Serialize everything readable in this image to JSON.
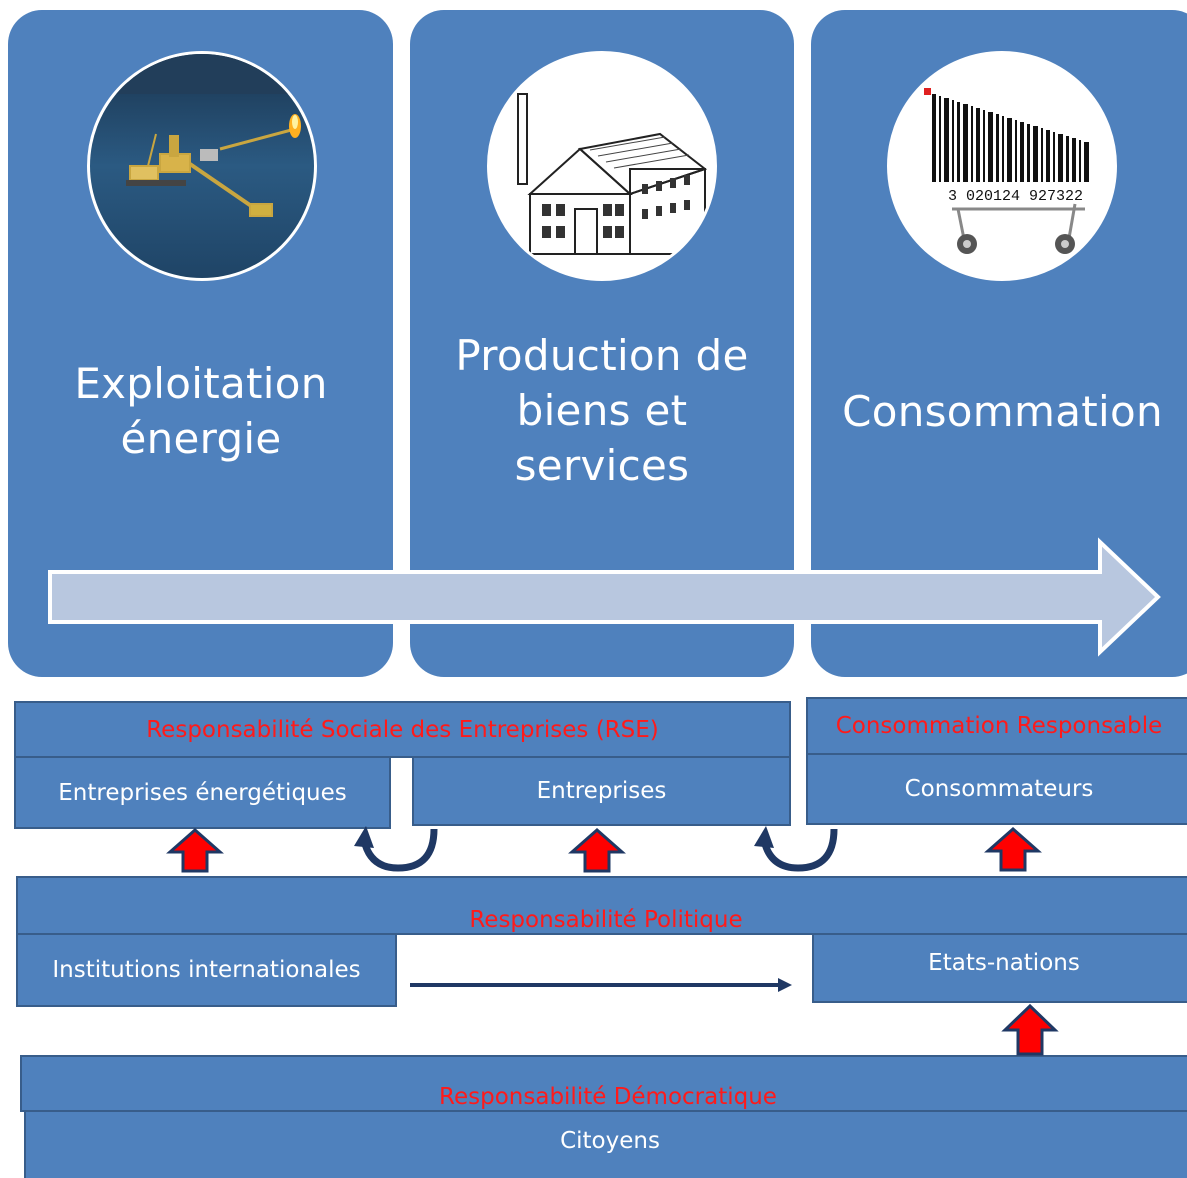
{
  "stages": [
    {
      "title": "Exploitation énergie",
      "icon": "oil-platform-icon"
    },
    {
      "title": "Production de biens et services",
      "icon": "factory-icon"
    },
    {
      "title": "Consommation",
      "icon": "barcode-cart-icon"
    }
  ],
  "barcode_digits": "3 020124 927322",
  "rse": {
    "header": "Responsabilité Sociale des Entreprises (RSE)",
    "left": "Entreprises énergétiques",
    "right": "Entreprises"
  },
  "consumption": {
    "header": "Consommation Responsable",
    "body": "Consommateurs"
  },
  "political": {
    "header": "Responsabilité Politique",
    "left": "Institutions internationales",
    "right": "Etats-nations"
  },
  "democratic": {
    "header": "Responsabilité Démocratique",
    "body": "Citoyens"
  },
  "colors": {
    "panel": "#4f81bd",
    "border": "#385d8a",
    "header_text": "#ff1a1a",
    "arrow_fill": "#b8c7df",
    "up_arrow": "#ff0000"
  }
}
